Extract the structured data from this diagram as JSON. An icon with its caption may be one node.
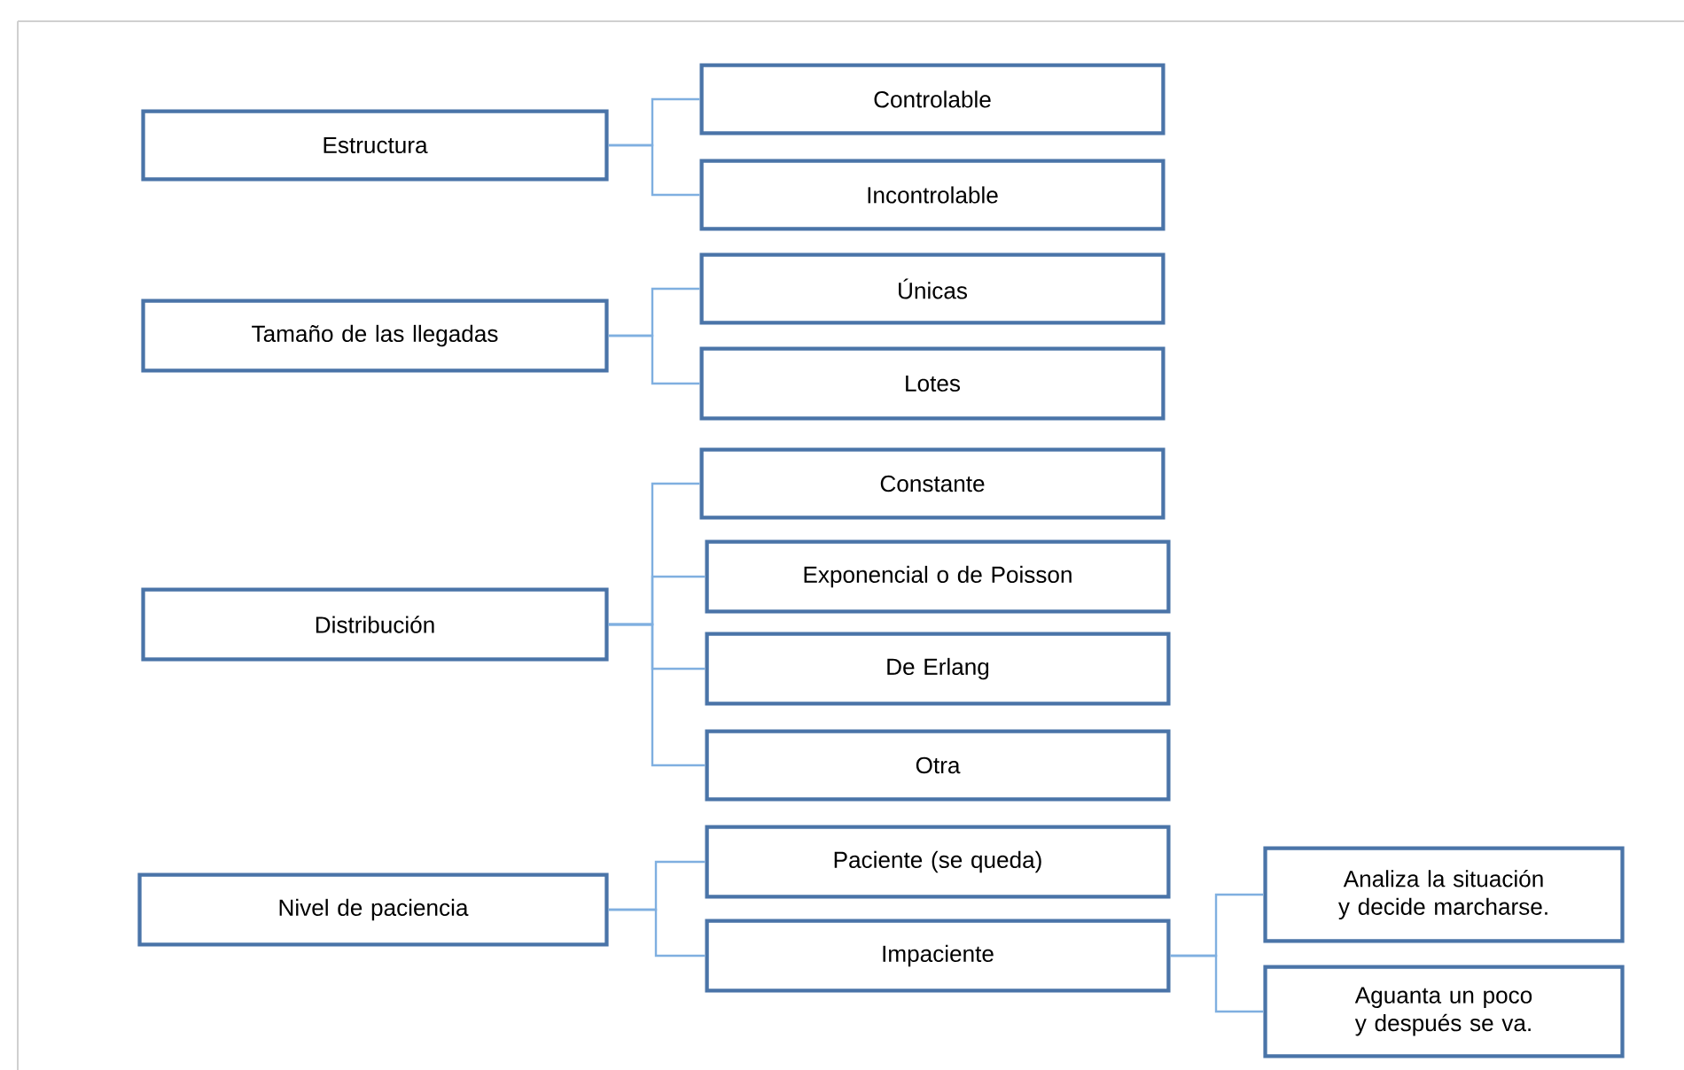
{
  "diagram": {
    "nodes": [
      {
        "text": [
          "Estructura"
        ]
      },
      {
        "text": [
          "Controlable"
        ]
      },
      {
        "text": [
          "Incontrolable"
        ]
      },
      {
        "text": [
          "Tamaño de las llegadas"
        ]
      },
      {
        "text": [
          "Únicas"
        ]
      },
      {
        "text": [
          "Lotes"
        ]
      },
      {
        "text": [
          "Distribución"
        ]
      },
      {
        "text": [
          "Constante"
        ]
      },
      {
        "text": [
          "Exponencial o de Poisson"
        ]
      },
      {
        "text": [
          "De Erlang"
        ]
      },
      {
        "text": [
          "Otra"
        ]
      },
      {
        "text": [
          "Nivel de paciencia"
        ]
      },
      {
        "text": [
          "Paciente (se queda)"
        ]
      },
      {
        "text": [
          "Impaciente"
        ]
      },
      {
        "text": [
          "Analiza la situación y decide marcharse."
        ]
      },
      {
        "text": [
          "Aguanta un poco y después se va."
        ]
      }
    ],
    "edges": [
      {
        "from": 0,
        "to": 1,
        "arrow": "none"
      },
      {
        "from": 0,
        "to": 2,
        "arrow": "none"
      },
      {
        "from": 3,
        "to": 4,
        "arrow": "none"
      },
      {
        "from": 3,
        "to": 5,
        "arrow": "none"
      },
      {
        "from": 6,
        "to": 7,
        "arrow": "none"
      },
      {
        "from": 6,
        "to": 8,
        "arrow": "none"
      },
      {
        "from": 6,
        "to": 9,
        "arrow": "none"
      },
      {
        "from": 6,
        "to": 10,
        "arrow": "none"
      },
      {
        "from": 11,
        "to": 12,
        "arrow": "none"
      },
      {
        "from": 11,
        "to": 13,
        "arrow": "none"
      },
      {
        "from": 13,
        "to": 14,
        "arrow": "none"
      },
      {
        "from": 13,
        "to": 15,
        "arrow": "none"
      }
    ]
  }
}
